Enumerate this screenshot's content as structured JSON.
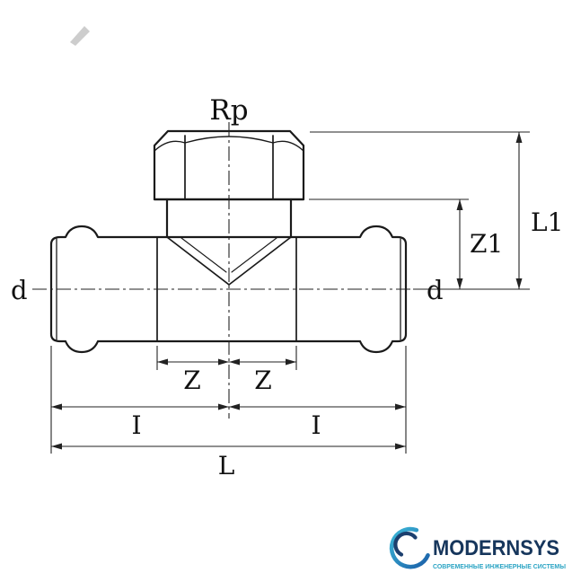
{
  "drawing": {
    "thread_label": "Rp",
    "dims": {
      "L1": "L1",
      "Z1": "Z1",
      "Z_left": "Z",
      "Z_right": "Z",
      "I_left": "I",
      "I_right": "I",
      "L": "L",
      "d_left": "d",
      "d_right": "d"
    }
  },
  "logo": {
    "name": "MODERNSYS",
    "tagline": "СОВРЕМЕННЫЕ ИНЖЕНЕРНЫЕ СИСТЕМЫ"
  },
  "colors": {
    "outline": "#1a1a1a",
    "dim_line": "#222222",
    "brand_navy": "#16365c",
    "brand_teal": "#2ba4c4",
    "brand_gradient_start": "#3cb8d8",
    "brand_gradient_end": "#1b5fa8"
  }
}
